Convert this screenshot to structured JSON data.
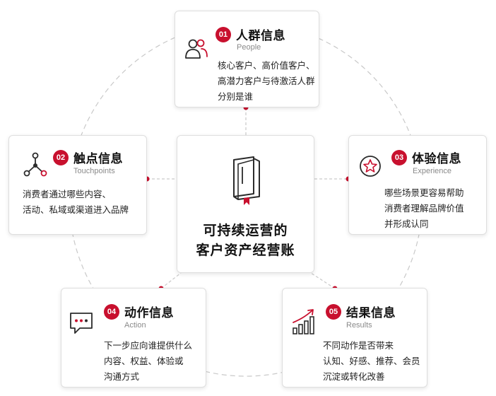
{
  "center": {
    "line1": "可持续运营的",
    "line2": "客户资产经营账",
    "icon": "book-icon"
  },
  "cards": {
    "people": {
      "number": "01",
      "title": "人群信息",
      "subtitle": "People",
      "desc": [
        "核心客户、高价值客户、",
        "高潜力客户与待激活人群",
        "分别是谁"
      ],
      "icon": "people-icon"
    },
    "touchpoints": {
      "number": "02",
      "title": "触点信息",
      "subtitle": "Touchpoints",
      "desc": [
        "消费者通过哪些内容、",
        "活动、私域或渠道进入品牌"
      ],
      "icon": "network-nodes-icon"
    },
    "experience": {
      "number": "03",
      "title": "体验信息",
      "subtitle": "Experience",
      "desc": [
        "哪些场景更容易帮助",
        "消费者理解品牌价值",
        "并形成认同"
      ],
      "icon": "star-badge-icon"
    },
    "action": {
      "number": "04",
      "title": "动作信息",
      "subtitle": "Action",
      "desc": [
        "下一步应向谁提供什么",
        "内容、权益、体验或",
        "沟通方式"
      ],
      "icon": "chat-bubble-icon"
    },
    "results": {
      "number": "05",
      "title": "结果信息",
      "subtitle": "Results",
      "desc": [
        "不同动作是否带来",
        "认知、好感、推荐、会员",
        "沉淀或转化改善"
      ],
      "icon": "bar-chart-growth-icon"
    }
  },
  "colors": {
    "accent": "#c8102e",
    "ring": "#c9c9c9",
    "card_border": "#dedede",
    "icon_dark": "#2b2b2b"
  }
}
